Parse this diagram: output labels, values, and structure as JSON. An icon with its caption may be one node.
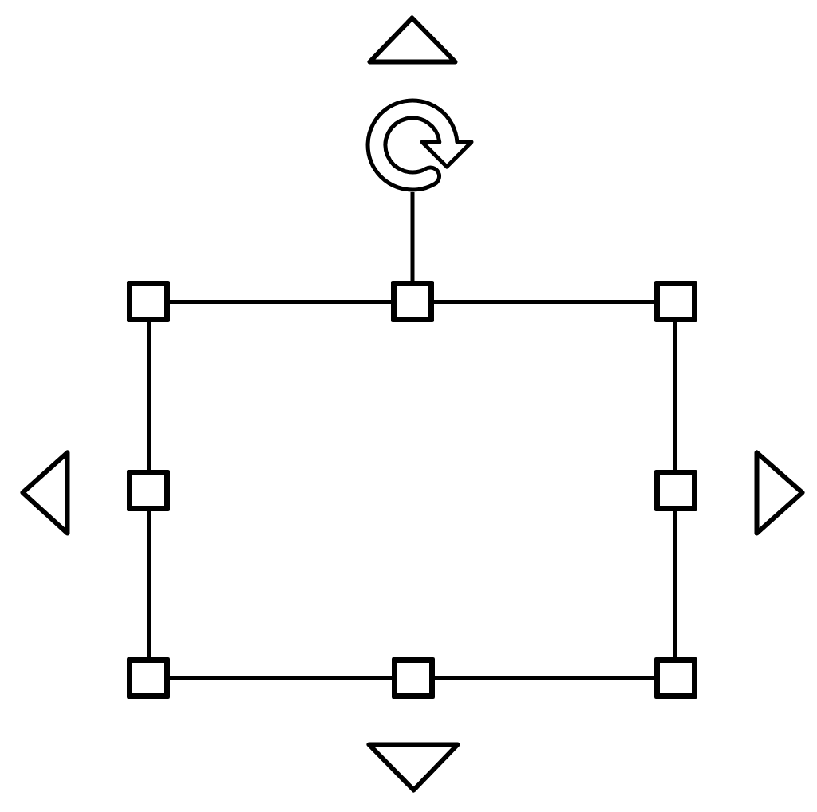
{
  "diagram": {
    "nodes": [
      {
        "text": [],
        "shape": "picture"
      },
      {
        "text": [],
        "shape": "box"
      },
      {
        "text": [],
        "shape": "box"
      },
      {
        "text": [],
        "shape": "box"
      },
      {
        "text": [],
        "shape": "box"
      },
      {
        "text": [],
        "shape": "box"
      },
      {
        "text": [],
        "shape": "box"
      },
      {
        "text": [],
        "shape": "box"
      },
      {
        "text": [],
        "shape": "box"
      },
      {
        "text": [],
        "shape": "box"
      }
    ],
    "edges": [
      {
        "from": 0,
        "to": 3,
        "arrow": "none"
      }
    ]
  }
}
